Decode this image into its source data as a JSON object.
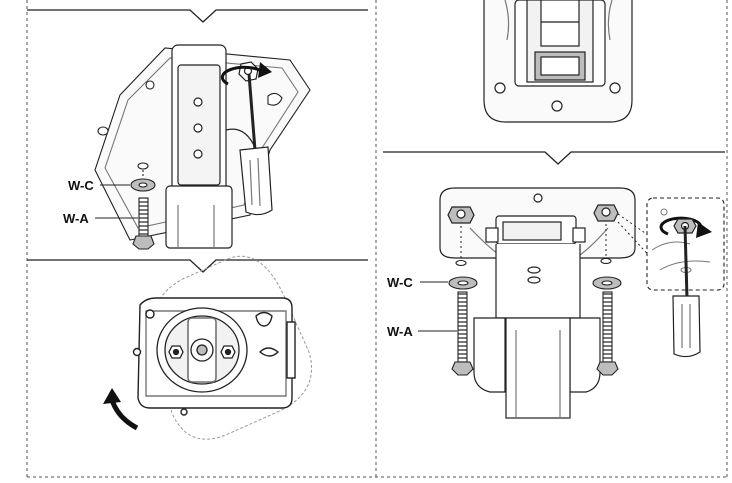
{
  "panels": {
    "top_left": {
      "callouts": {
        "washer": "W-C",
        "bolt": "W-A"
      }
    },
    "right": {
      "callouts": {
        "washer": "W-C",
        "bolt": "W-A"
      }
    }
  },
  "colors": {
    "line": "#222222",
    "fill": "#ffffff",
    "shade": "#e6e6e6",
    "mid": "#bdbdbd",
    "dash": "#9a9a9a"
  }
}
